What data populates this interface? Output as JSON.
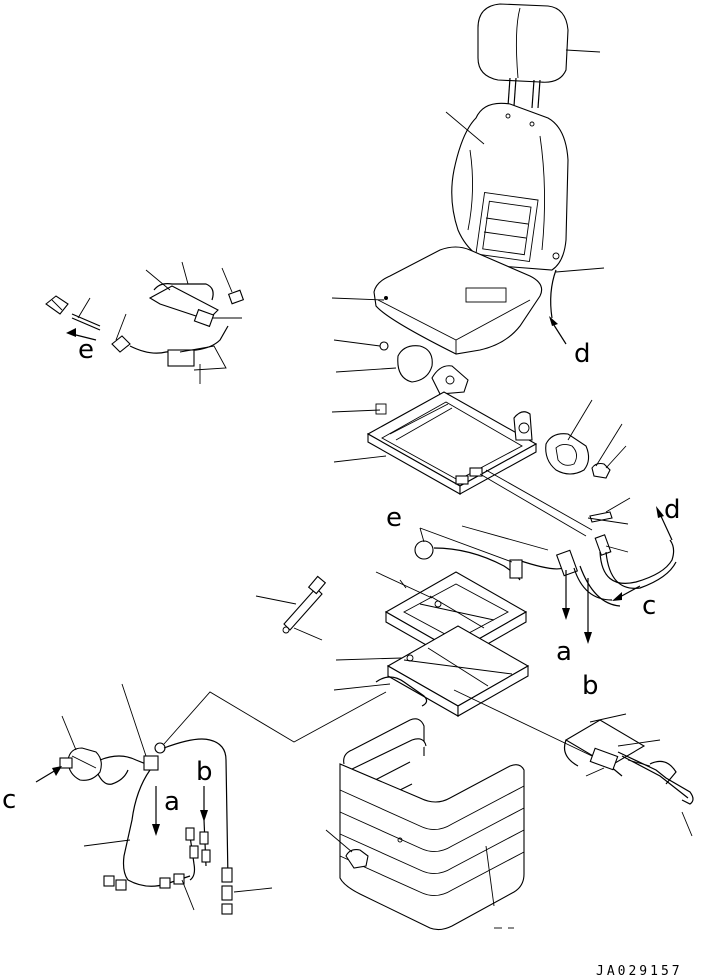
{
  "diagram": {
    "labels": {
      "a_left": "a",
      "b_left": "b",
      "c_left": "c",
      "e_left": "e",
      "a_center": "a",
      "b_center": "b",
      "c_right": "c",
      "d_upper": "d",
      "d_right": "d",
      "e_center": "e"
    },
    "drawing_code": "JA029157"
  }
}
